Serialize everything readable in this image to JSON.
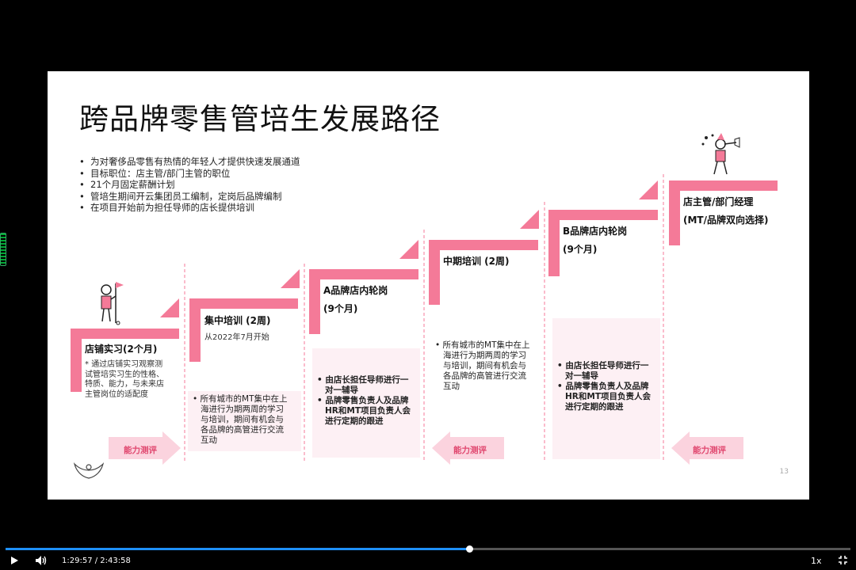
{
  "slide": {
    "title": "跨品牌零售管培生发展路径",
    "bullets": [
      "为对奢侈品零售有热情的年轻人才提供快速发展通道",
      "目标职位：店主管/部门主管的职位",
      "21个月固定薪酬计划",
      "管培生期间开云集团员工编制，定岗后品牌编制",
      "在项目开始前为担任导师的店长提供培训"
    ],
    "stages": {
      "s1": {
        "label": "店铺实习(2个月)",
        "note": [
          "通过店铺实习观察测",
          "试管培实习生的性格、",
          "特质、能力，与未来店",
          "主管岗位的适配度"
        ]
      },
      "s2": {
        "label": "集中培训 (2周)",
        "sub": "从2022年7月开始",
        "box": [
          "所有城市的MT集中在上",
          "海进行为期两周的学习",
          "与培训，期间有机会与",
          "各品牌的高管进行交流",
          "互动"
        ]
      },
      "s3": {
        "label": "A品牌店内轮岗",
        "sub": "(9个月)",
        "box1": [
          "由店长担任导师进行一",
          "对一辅导"
        ],
        "box2": [
          "品牌零售负责人及品牌",
          "HR和MT项目负责人会",
          "进行定期的跟进"
        ]
      },
      "s4": {
        "label": "中期培训 (2周)",
        "box": [
          "所有城市的MT集中在上",
          "海进行为期两周的学习",
          "与培训，期间有机会与",
          "各品牌的高管进行交流",
          "互动"
        ]
      },
      "s5": {
        "label": "B品牌店内轮岗",
        "sub": "(9个月)",
        "box1": [
          "由店长担任导师进行一",
          "对一辅导"
        ],
        "box2": [
          "品牌零售负责人及品牌",
          "HR和MT项目负责人会",
          "进行定期的跟进"
        ]
      },
      "s6": {
        "label": "店主管/部门经理",
        "sub": "(MT/品牌双向选择)"
      }
    },
    "assessment_label": "能力测评",
    "page_number": "13"
  },
  "player": {
    "time": "1:29:57 / 2:43:58",
    "speed": "1x",
    "progress": 0.549
  },
  "colors": {
    "accent": "#f47a98",
    "arrow": "#fbd3de",
    "progress": "#1e90ff"
  },
  "icons": [
    "play-icon",
    "volume-icon",
    "exit-fullscreen-icon",
    "logo-icon",
    "person-flag-icon",
    "person-trumpet-icon"
  ]
}
